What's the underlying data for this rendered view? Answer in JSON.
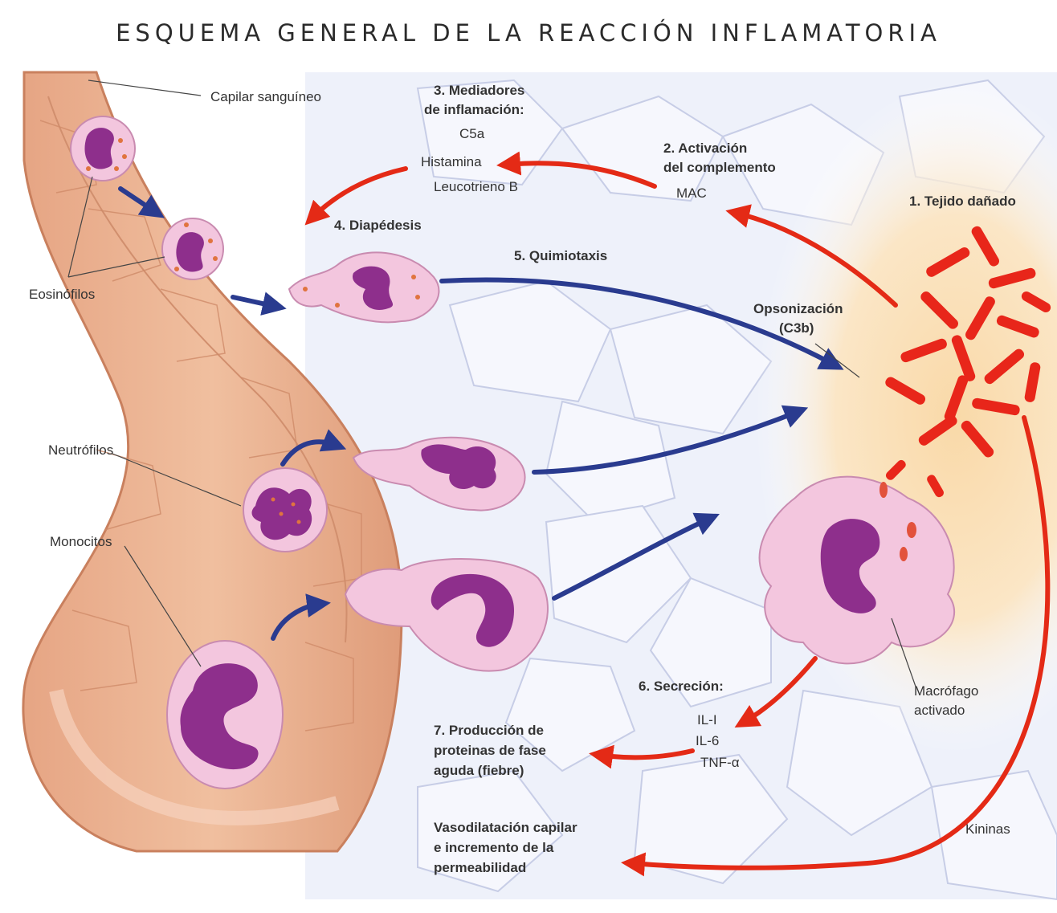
{
  "title": "ESQUEMA GENERAL DE LA REACCIÓN INFLAMATORIA",
  "labels": {
    "capilar": "Capilar sanguíneo",
    "eosinofilos": "Eosinófilos",
    "neutrofilos": "Neutrófilos",
    "monocitos": "Monocitos",
    "mediadores_1": "3. Mediadores",
    "mediadores_2": "de inflamación:",
    "c5a": "C5a",
    "histamina": "Histamina",
    "leucotrieno": "Leucotrieno B",
    "activacion_1": "2. Activación",
    "activacion_2": "del complemento",
    "mac": "MAC",
    "tejido": "1. Tejido dañado",
    "diapedesis": "4. Diapédesis",
    "quimiotaxis": "5. Quimiotaxis",
    "opsonizacion_1": "Opsonización",
    "opsonizacion_2": "(C3b)",
    "secrecion": "6. Secreción:",
    "il1": "IL-I",
    "il6": "IL-6",
    "tnf": "TNF-α",
    "macrofago_1": "Macrófago",
    "macrofago_2": "activado",
    "produccion_1": "7. Producción de",
    "produccion_2": "proteinas de fase",
    "produccion_3": "aguda (fiebre)",
    "vaso_1": "Vasodilatación capilar",
    "vaso_2": "e incremento de la",
    "vaso_3": "permeabilidad",
    "kininas": "Kininas"
  },
  "colors": {
    "red_arrow": "#e42a16",
    "blue_arrow": "#2a3b8f",
    "vessel": "#e9b08f",
    "nucleus": "#8e2f8c",
    "cell": "#f3c6de",
    "bacteria": "#e8261a"
  }
}
